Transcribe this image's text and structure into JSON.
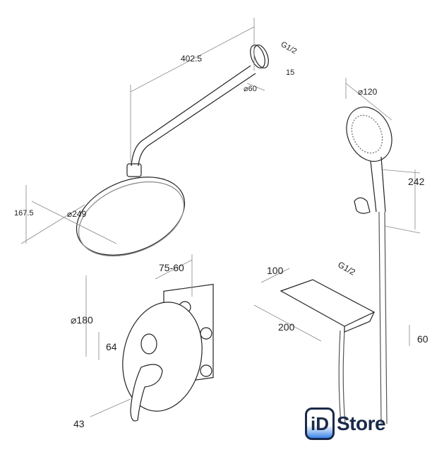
{
  "dimensions": {
    "arm_length": "402.5",
    "arm_thread": "G1/2",
    "flange_depth": "15",
    "flange_diameter": "⌀60",
    "hand_shower_diameter": "⌀120",
    "hand_shower_height": "242",
    "head_height": "167.5",
    "head_diameter": "⌀249",
    "box_depth": "75-60",
    "shelf_depth": "100",
    "shelf_thread": "G1/2",
    "plate_diameter": "⌀180",
    "knob_offset": "64",
    "shelf_width": "200",
    "shelf_height": "60",
    "lever_projection": "43"
  },
  "logo": {
    "mark": "iD",
    "word": "Store",
    "colors": {
      "navy": "#1b2a4a",
      "blue": "#3c86e8"
    }
  }
}
